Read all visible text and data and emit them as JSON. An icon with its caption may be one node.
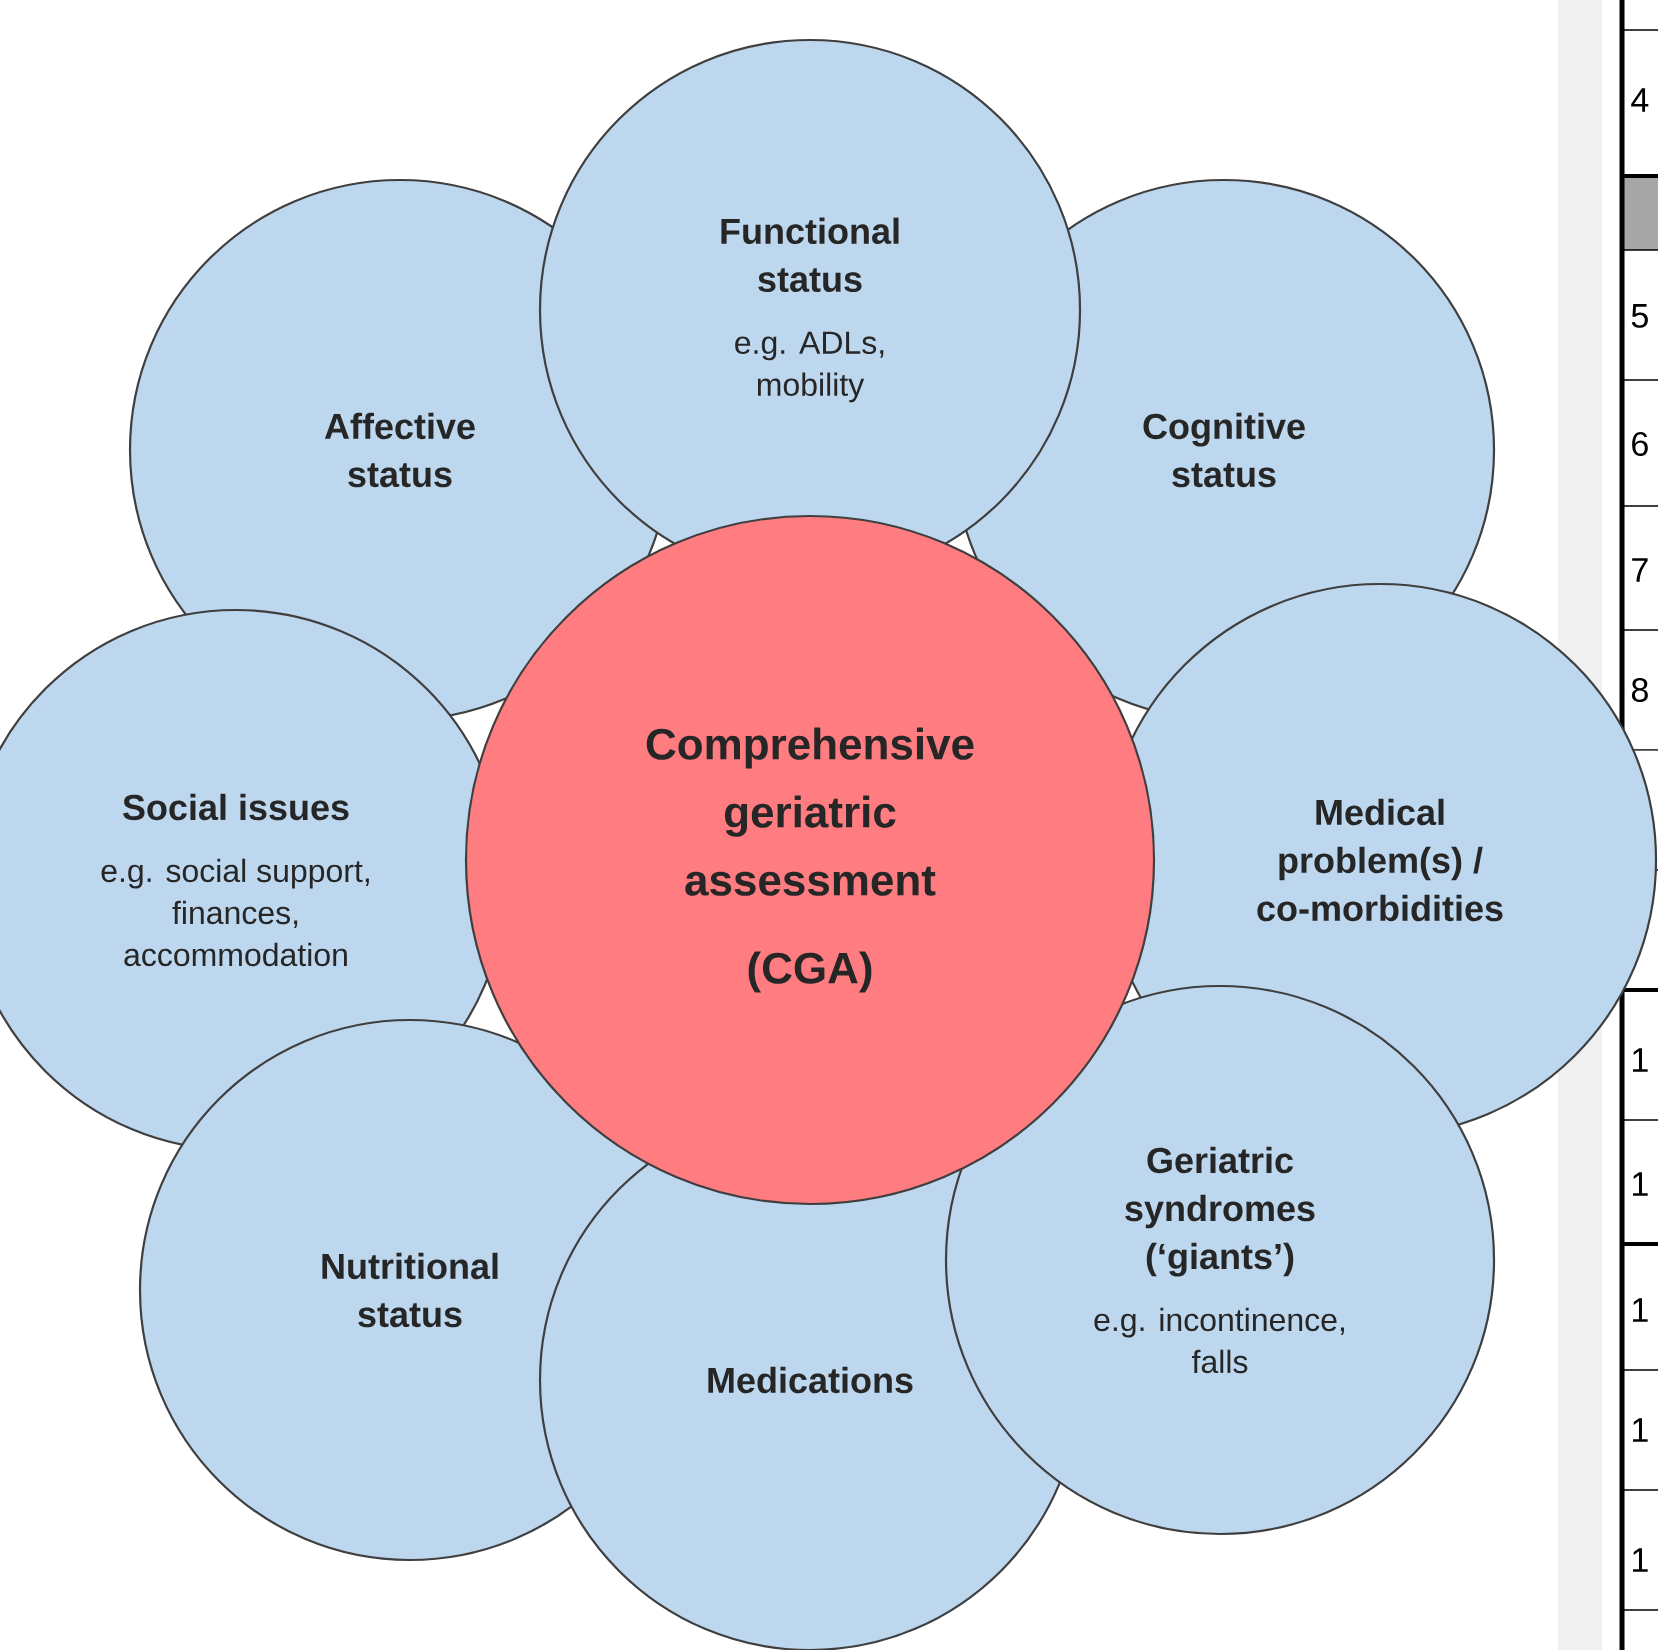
{
  "diagram": {
    "nodes": [
      {
        "text": [
          "Functional status",
          "e.g. ADLs, mobility"
        ]
      },
      {
        "text": [
          "Affective status"
        ]
      },
      {
        "text": [
          "Cognitive status"
        ]
      },
      {
        "text": [
          "Social issues",
          "e.g. social support, finances, accommodation"
        ]
      },
      {
        "text": [
          "Comprehensive geriatric assessment",
          "(CGA)"
        ]
      },
      {
        "text": [
          "Medical problem(s) / co-morbidities"
        ]
      },
      {
        "text": [
          "Geriatric syndromes (‘giants’)",
          "e.g. incontinence, falls"
        ]
      },
      {
        "text": [
          "Nutritional status"
        ]
      },
      {
        "text": [
          "Medications"
        ]
      }
    ],
    "labels": [
      "4",
      "5",
      "6",
      "7",
      "8",
      "1",
      "1",
      "1",
      "1",
      "1"
    ]
  }
}
